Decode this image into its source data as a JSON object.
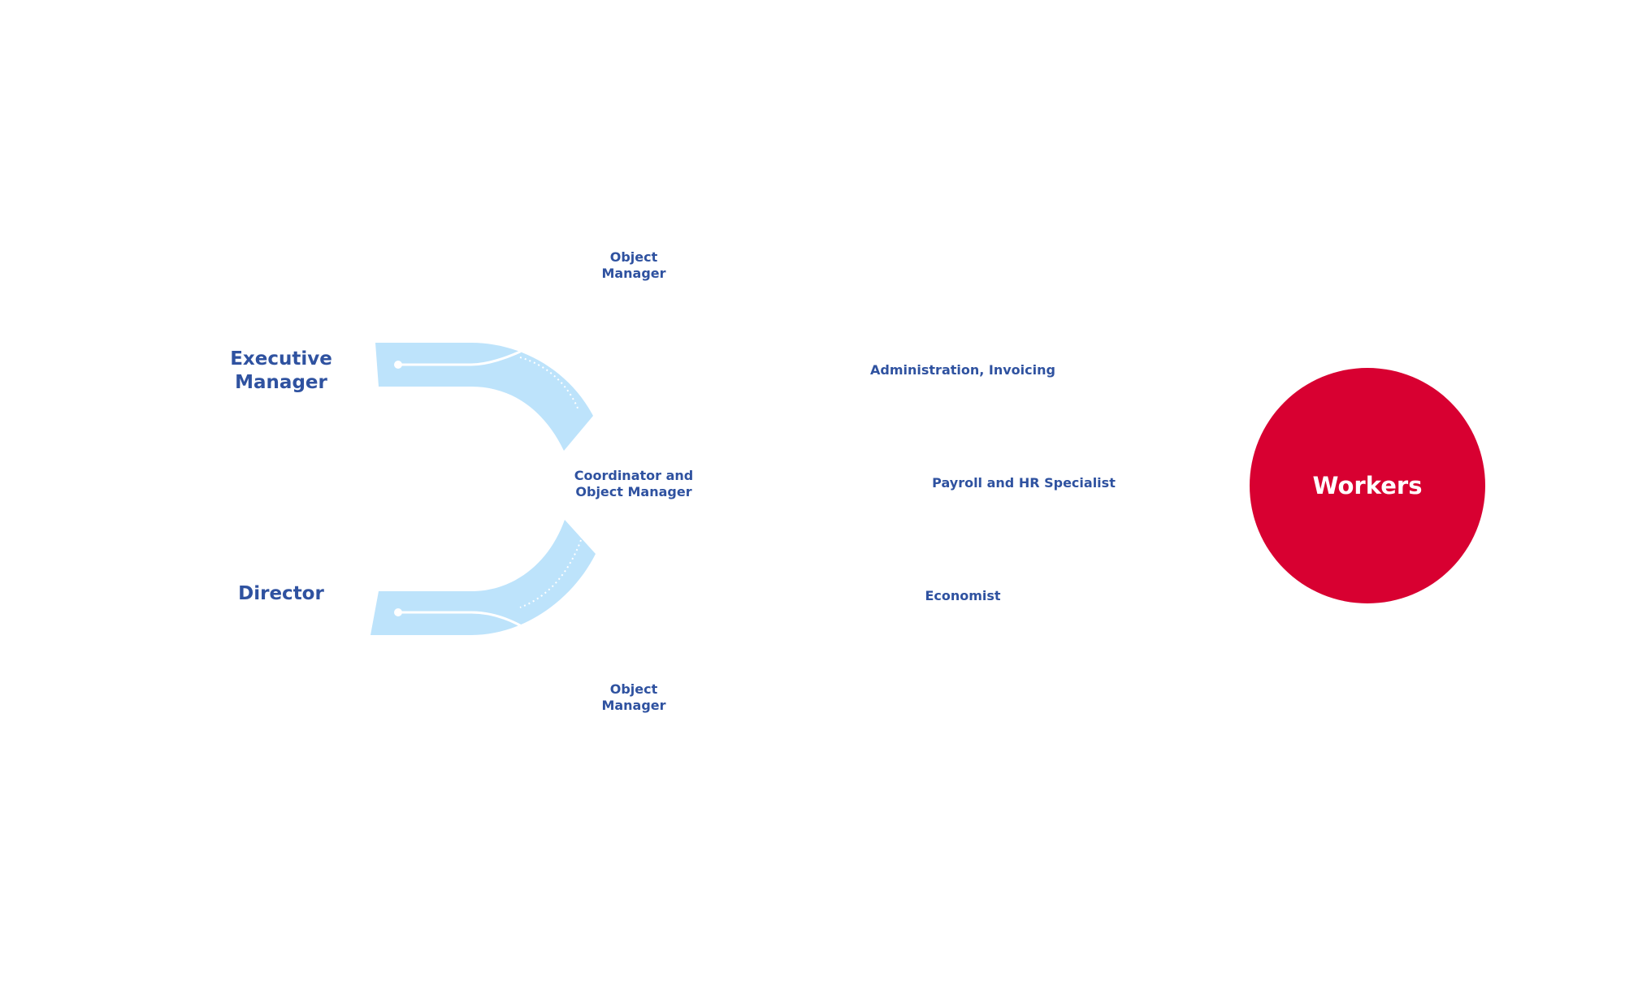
{
  "colors": {
    "label_text": "#2f52a0",
    "road_fill": "#bde3fb",
    "road_line": "#ffffff",
    "workers_fill": "#d80031",
    "workers_text": "#ffffff"
  },
  "nodes": {
    "executive_manager": {
      "line1": "Executive",
      "line2": "Manager"
    },
    "director": {
      "label": "Director"
    },
    "object_manager_top": {
      "line1": "Object",
      "line2": "Manager"
    },
    "coordinator": {
      "line1": "Coordinator and",
      "line2": "Object Manager"
    },
    "object_manager_bottom": {
      "line1": "Object",
      "line2": "Manager"
    },
    "administration": {
      "label": "Administration, Invoicing"
    },
    "payroll": {
      "label": "Payroll and HR Specialist"
    },
    "economist": {
      "label": "Economist"
    },
    "workers": {
      "label": "Workers"
    }
  }
}
